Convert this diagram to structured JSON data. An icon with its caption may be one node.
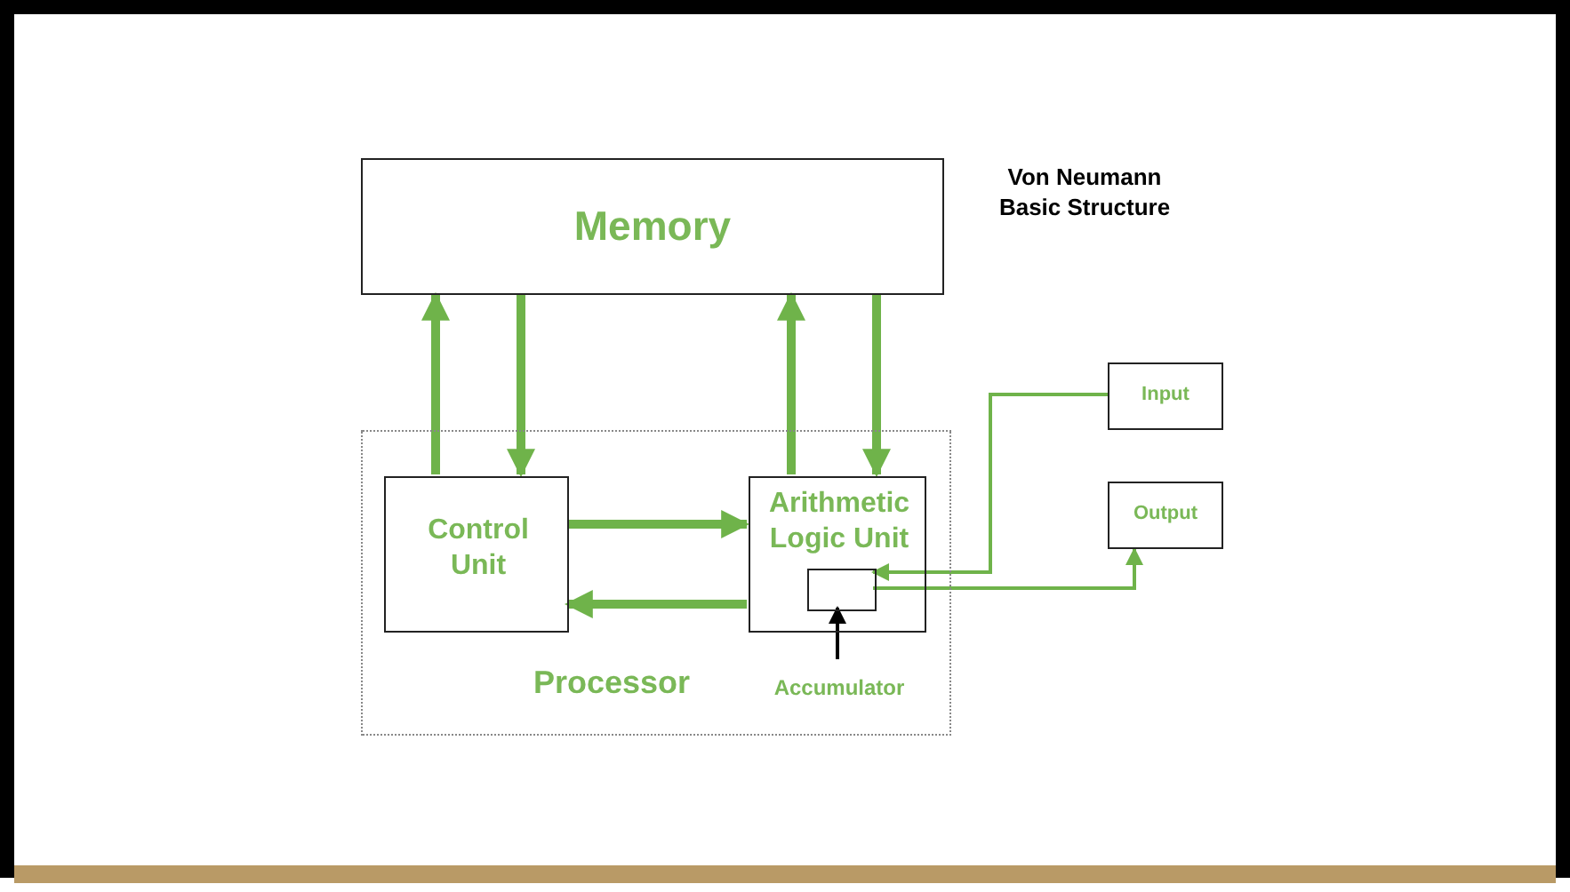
{
  "diagram": {
    "title": "Von Neumann Basic Structure",
    "nodes": [
      {
        "text": [
          "Memory"
        ]
      },
      {
        "text": [
          "Processor"
        ]
      },
      {
        "text": [
          "Control Unit"
        ],
        "in": 1
      },
      {
        "text": [
          "Arithmetic Logic Unit"
        ],
        "in": 1
      },
      {
        "text": [],
        "shape": "box",
        "in": 3
      },
      {
        "text": [
          "Accumulator"
        ],
        "in": 1
      },
      {
        "text": [
          "Input"
        ]
      },
      {
        "text": [
          "Output"
        ]
      }
    ],
    "edges": [
      {
        "from": 2,
        "to": 0,
        "arrow": "to"
      },
      {
        "from": 0,
        "to": 2,
        "arrow": "to"
      },
      {
        "from": 3,
        "to": 0,
        "arrow": "to"
      },
      {
        "from": 0,
        "to": 3,
        "arrow": "to"
      },
      {
        "from": 2,
        "to": 3,
        "arrow": "to"
      },
      {
        "from": 3,
        "to": 2,
        "arrow": "to"
      },
      {
        "from": 6,
        "to": 4,
        "arrow": "to"
      },
      {
        "from": 4,
        "to": 7,
        "arrow": "to"
      },
      {
        "from": 5,
        "to": 4,
        "arrow": "to",
        "color": "#000000"
      }
    ]
  }
}
